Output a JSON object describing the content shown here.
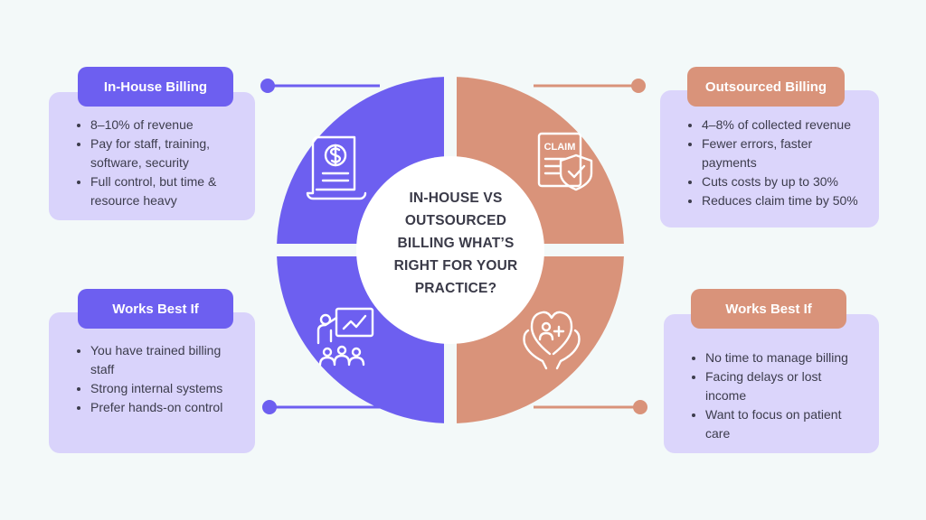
{
  "title": "IN-HOUSE VS OUTSOURCED BILLING WHAT’S RIGHT FOR YOUR PRACTICE?",
  "colors": {
    "purple": "#6d5ff0",
    "peach": "#d9937a",
    "card_bg": "#d9d3fb",
    "background": "#f3f9f9"
  },
  "in_house": {
    "label": "In-House Billing",
    "icon": "dollar-invoice-icon",
    "items": [
      "8–10% of revenue",
      "Pay for staff, training, software, security",
      "Full control, but time & resource heavy"
    ]
  },
  "outsourced": {
    "label": "Outsourced Billing",
    "icon": "claim-shield-icon",
    "items": [
      "4–8% of collected revenue",
      "Fewer errors, faster payments",
      "Cuts costs by up to 30%",
      "Reduces claim time by 50%"
    ]
  },
  "in_house_best": {
    "label": "Works Best If",
    "icon": "teaching-team-icon",
    "items": [
      "You have trained billing staff",
      "Strong internal systems",
      "Prefer hands-on control"
    ]
  },
  "outsourced_best": {
    "label": "Works Best If",
    "icon": "patient-care-hands-icon",
    "items": [
      "No time to manage billing",
      "Facing delays or lost income",
      "Want to focus on patient care"
    ]
  }
}
